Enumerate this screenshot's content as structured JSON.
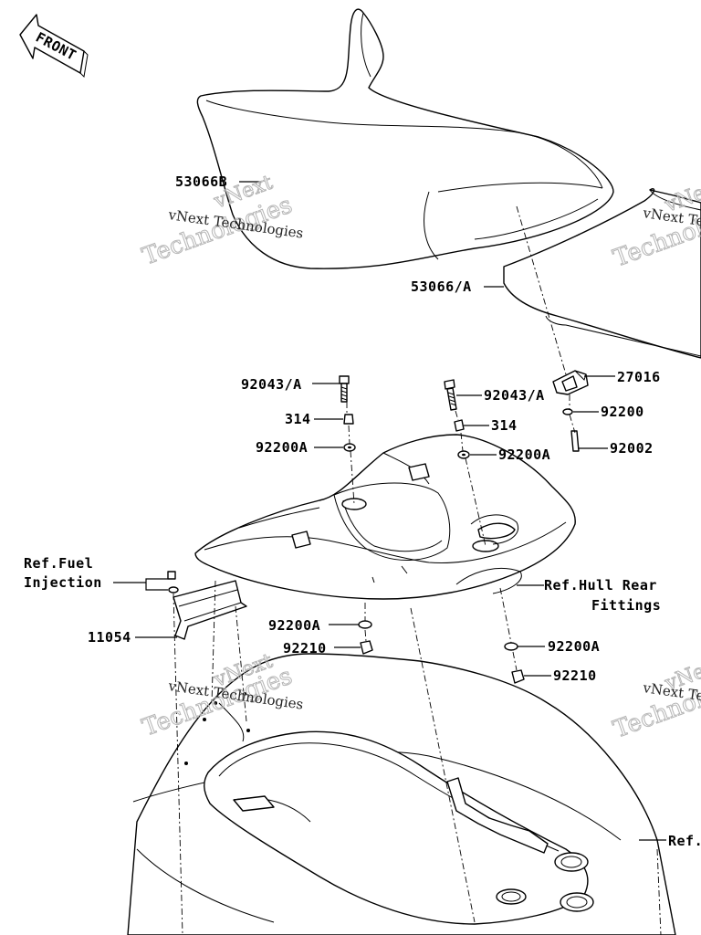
{
  "diagram": {
    "front_label": "FRONT",
    "watermark": {
      "line1": "vNext",
      "line2": "Technologies",
      "small": "vNext Technologies"
    },
    "labels": {
      "seat_front": "53066B",
      "seat_rear": "53066/A",
      "bolt_left": "92043/A",
      "bolt_right": "92043/A",
      "bracket": "27016",
      "washer_bracket": "92200",
      "bolt_bracket": "92002",
      "collar_left": "314",
      "collar_right": "314",
      "washer_left": "92200A",
      "washer_right": "92200A",
      "ref_fuel_1": "Ref.Fuel",
      "ref_fuel_2": "Injection",
      "plate": "11054",
      "ref_hull_1": "Ref.Hull Rear",
      "ref_hull_2": "Fittings",
      "washer_lower_left": "92200A",
      "nut_lower_left": "92210",
      "washer_lower_right": "92200A",
      "nut_lower_right": "92210",
      "ref_bottom": "Ref."
    }
  }
}
